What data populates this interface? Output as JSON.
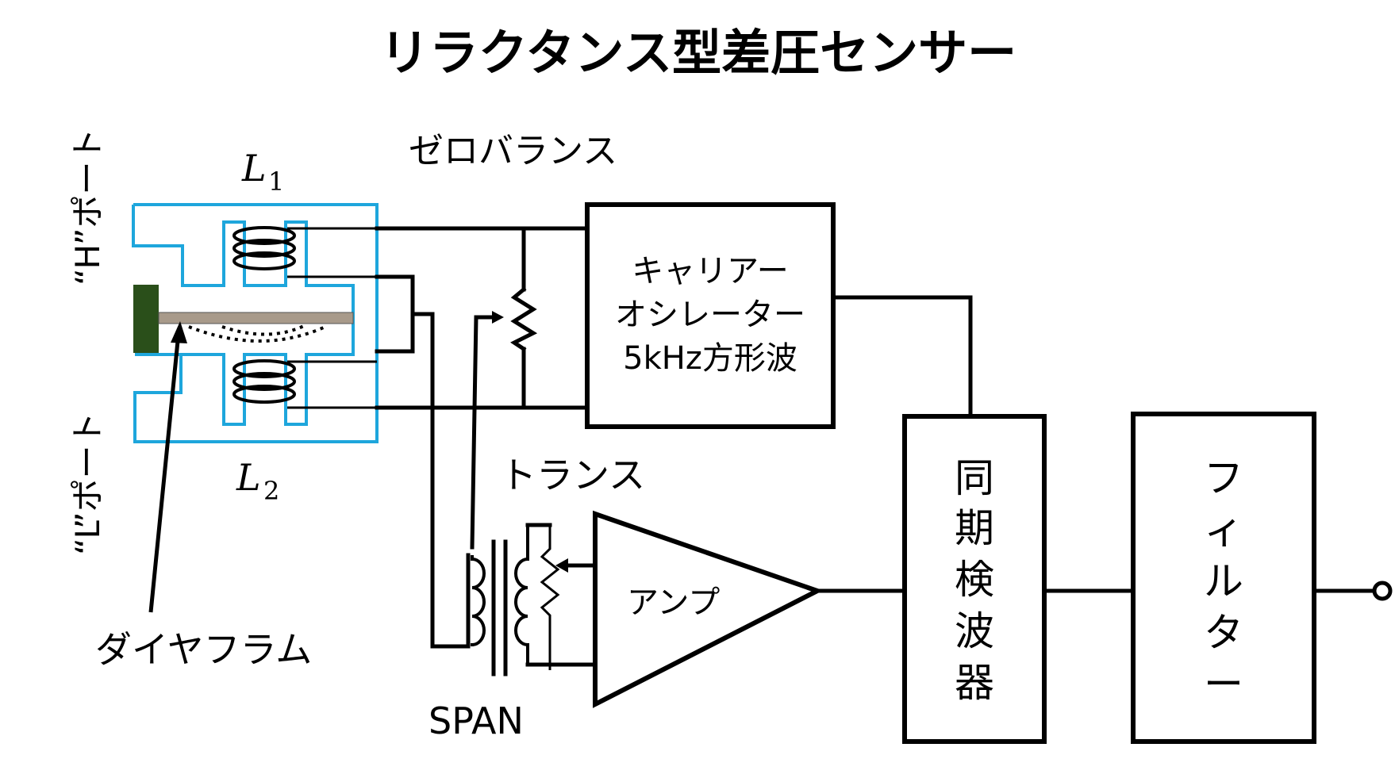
{
  "title": "リラクタンス型差圧センサー",
  "labels": {
    "h_port": "“H”ポート",
    "l_port": "“L”ポート",
    "l1_main": "L",
    "l1_sub": "1",
    "l2_main": "L",
    "l2_sub": "2",
    "zero_balance": "ゼロバランス",
    "transformer": "トランス",
    "diaphragm": "ダイヤフラム",
    "span": "SPAN",
    "amplifier": "アンプ"
  },
  "blocks": {
    "oscillator": [
      "キャリアー",
      "オシレーター",
      "5kHz方形波"
    ],
    "sync_detector": [
      "同",
      "期",
      "検",
      "波",
      "器"
    ],
    "filter": [
      "フ",
      "ィ",
      "ル",
      "タ",
      "ー"
    ]
  },
  "colors": {
    "sensor_body": "#1ea6dc",
    "diaphragm_mount": "#2a4f1a",
    "diaphragm": "#a89a8a",
    "wire": "#000000"
  }
}
